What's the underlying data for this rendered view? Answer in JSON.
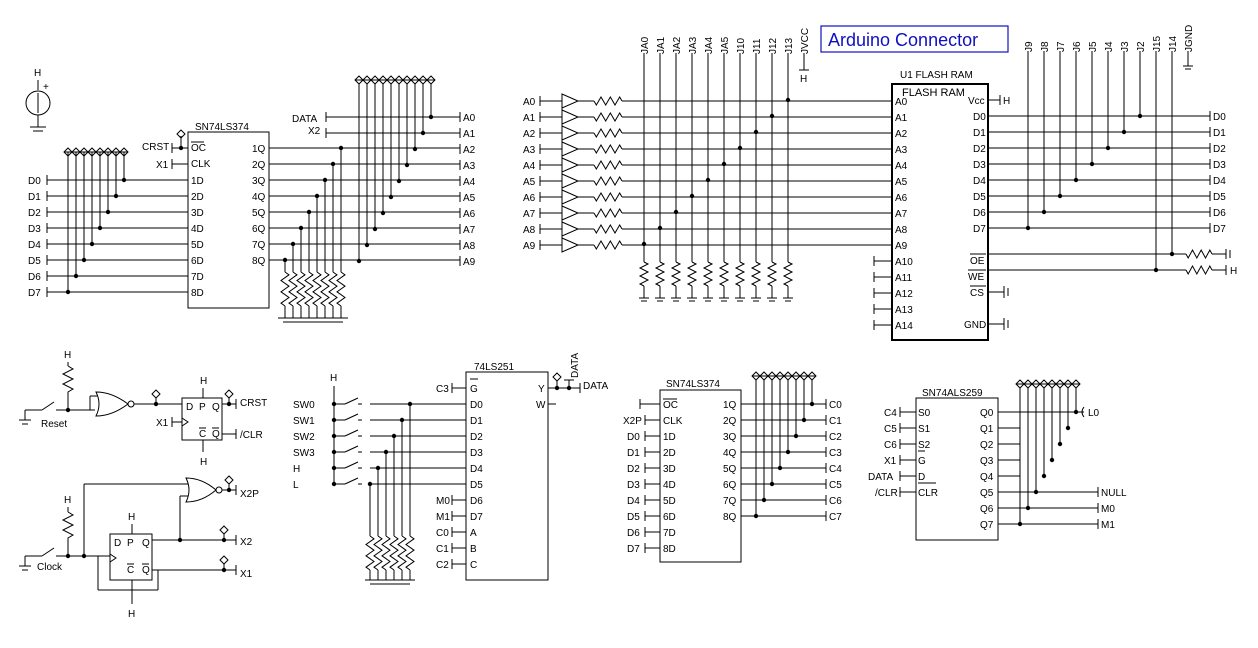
{
  "title": "Arduino Connector",
  "flash": {
    "label": "U1 FLASH RAM",
    "inner": "FLASH RAM",
    "addr_pins": [
      "A0",
      "A1",
      "A2",
      "A3",
      "A4",
      "A5",
      "A6",
      "A7",
      "A8",
      "A9"
    ],
    "high_pins": [
      "A10",
      "A11",
      "A12",
      "A13",
      "A14"
    ],
    "data_pins": [
      "D0",
      "D1",
      "D2",
      "D3",
      "D4",
      "D5",
      "D6",
      "D7"
    ],
    "vcc": "Vcc",
    "oe": "OE",
    "we": "WE",
    "cs": "CS",
    "gnd": "GND",
    "h": "H"
  },
  "addr_nets": [
    "A0",
    "A1",
    "A2",
    "A3",
    "A4",
    "A5",
    "A6",
    "A7",
    "A8",
    "A9"
  ],
  "data_nets": [
    "D0",
    "D1",
    "D2",
    "D3",
    "D4",
    "D5",
    "D6",
    "D7"
  ],
  "header_left": [
    "JA0",
    "JA1",
    "JA2",
    "JA3",
    "JA4",
    "JA5",
    "J10",
    "J11",
    "J12",
    "J13",
    "JVCC"
  ],
  "header_right": [
    "J9",
    "J8",
    "J7",
    "J6",
    "J5",
    "J4",
    "J3",
    "J2",
    "J15",
    "J14",
    "JGND"
  ],
  "latch1": {
    "label": "SN74LS374",
    "oc": "OC",
    "clk": "CLK",
    "d_pins": [
      "1D",
      "2D",
      "3D",
      "4D",
      "5D",
      "6D",
      "7D",
      "8D"
    ],
    "q_pins": [
      "1Q",
      "2Q",
      "3Q",
      "4Q",
      "5Q",
      "6Q",
      "7Q",
      "8Q"
    ],
    "in_nets": [
      "D0",
      "D1",
      "D2",
      "D3",
      "D4",
      "D5",
      "D6",
      "D7"
    ],
    "crst": "CRST",
    "x1": "X1"
  },
  "a_bus": {
    "data": "DATA",
    "x2": "X2",
    "nets": [
      "A0",
      "A1",
      "A2",
      "A3",
      "A4",
      "A5",
      "A6",
      "A7",
      "A8",
      "A9"
    ]
  },
  "mux": {
    "label": "74LS251",
    "left_pins": [
      "G",
      "D0",
      "D1",
      "D2",
      "D3",
      "D4",
      "D5",
      "D6",
      "D7",
      "A",
      "B",
      "C"
    ],
    "left_nets": [
      "C3",
      "",
      "",
      "",
      "",
      "",
      "",
      "M0",
      "M1",
      "C0",
      "C1",
      "C2"
    ],
    "y": "Y",
    "w": "W",
    "data": "DATA",
    "switches": [
      "SW0",
      "SW1",
      "SW2",
      "SW3",
      "H",
      "L"
    ],
    "h": "H"
  },
  "latch2": {
    "label": "SN74LS374",
    "oc": "OC",
    "clk": "CLK",
    "d_pins": [
      "1D",
      "2D",
      "3D",
      "4D",
      "5D",
      "6D",
      "7D",
      "8D"
    ],
    "q_pins": [
      "1Q",
      "2Q",
      "3Q",
      "4Q",
      "5Q",
      "6Q",
      "7Q",
      "8Q"
    ],
    "in_nets": [
      "D0",
      "D1",
      "D2",
      "D3",
      "D4",
      "D5",
      "D6",
      "D7"
    ],
    "out_nets": [
      "C0",
      "C1",
      "C2",
      "C3",
      "C4",
      "C5",
      "C6",
      "C7"
    ],
    "clk_net": "X2P"
  },
  "decoder": {
    "label": "SN74ALS259",
    "left_pins": [
      "S0",
      "S1",
      "S2",
      "G",
      "D",
      "CLR"
    ],
    "left_nets": [
      "C4",
      "C5",
      "C6",
      "X1",
      "DATA",
      "/CLR"
    ],
    "q_pins": [
      "Q0",
      "Q1",
      "Q2",
      "Q3",
      "Q4",
      "Q5",
      "Q6",
      "Q7"
    ],
    "out_nets": [
      "L0",
      "NULL",
      "M0",
      "M1"
    ]
  },
  "reset": {
    "label": "Reset",
    "h": "H",
    "x1": "X1",
    "crst": "CRST",
    "clr": "/CLR",
    "p": "P",
    "d": "D",
    "c": "C",
    "q": "Q",
    "qn": "Q"
  },
  "clock": {
    "label": "Clock",
    "h": "H",
    "x2p": "X2P",
    "x2": "X2",
    "x1": "X1",
    "p": "P",
    "d": "D",
    "c": "C",
    "q": "Q",
    "qn": "Q"
  },
  "supply_label": "H"
}
